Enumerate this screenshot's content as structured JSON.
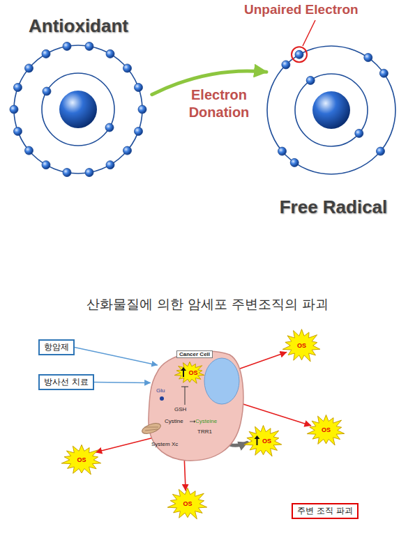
{
  "diagram": {
    "title": "산화물질에 의한 암세포 주변조직의 파괴",
    "nodes": [
      {
        "text": [
          "Antioxidant"
        ]
      },
      {
        "text": [
          "Free Radical"
        ]
      },
      {
        "text": [
          "항암제"
        ]
      },
      {
        "text": [
          "방사선 치료"
        ]
      },
      {
        "text": [
          "Cancer Cell"
        ]
      },
      {
        "text": [
          "OS"
        ],
        "in": 4
      },
      {
        "text": [
          "OS"
        ]
      },
      {
        "text": [
          "OS"
        ]
      },
      {
        "text": [
          "OS"
        ]
      },
      {
        "text": [
          "OS"
        ]
      },
      {
        "text": [
          "OS"
        ]
      },
      {
        "text": [
          "주변 조직 파괴"
        ]
      }
    ],
    "edges": [
      {
        "from": 0,
        "to": 1,
        "arrow": "to",
        "label": "Electron Donation"
      },
      {
        "from": 2,
        "to": 4,
        "arrow": "to"
      },
      {
        "from": 3,
        "to": 4,
        "arrow": "to"
      },
      {
        "from": 4,
        "to": 6,
        "arrow": "to"
      },
      {
        "from": 4,
        "to": 7,
        "arrow": "to"
      },
      {
        "from": 4,
        "to": 8,
        "arrow": "to"
      },
      {
        "from": 4,
        "to": 9,
        "arrow": "to"
      },
      {
        "from": 4,
        "to": 10,
        "arrow": "to"
      }
    ],
    "labels": [
      "Unpaired Electron",
      "Glu",
      "GSH",
      "Cystine",
      "Cysteine",
      "System Xc",
      "TRR1"
    ]
  }
}
